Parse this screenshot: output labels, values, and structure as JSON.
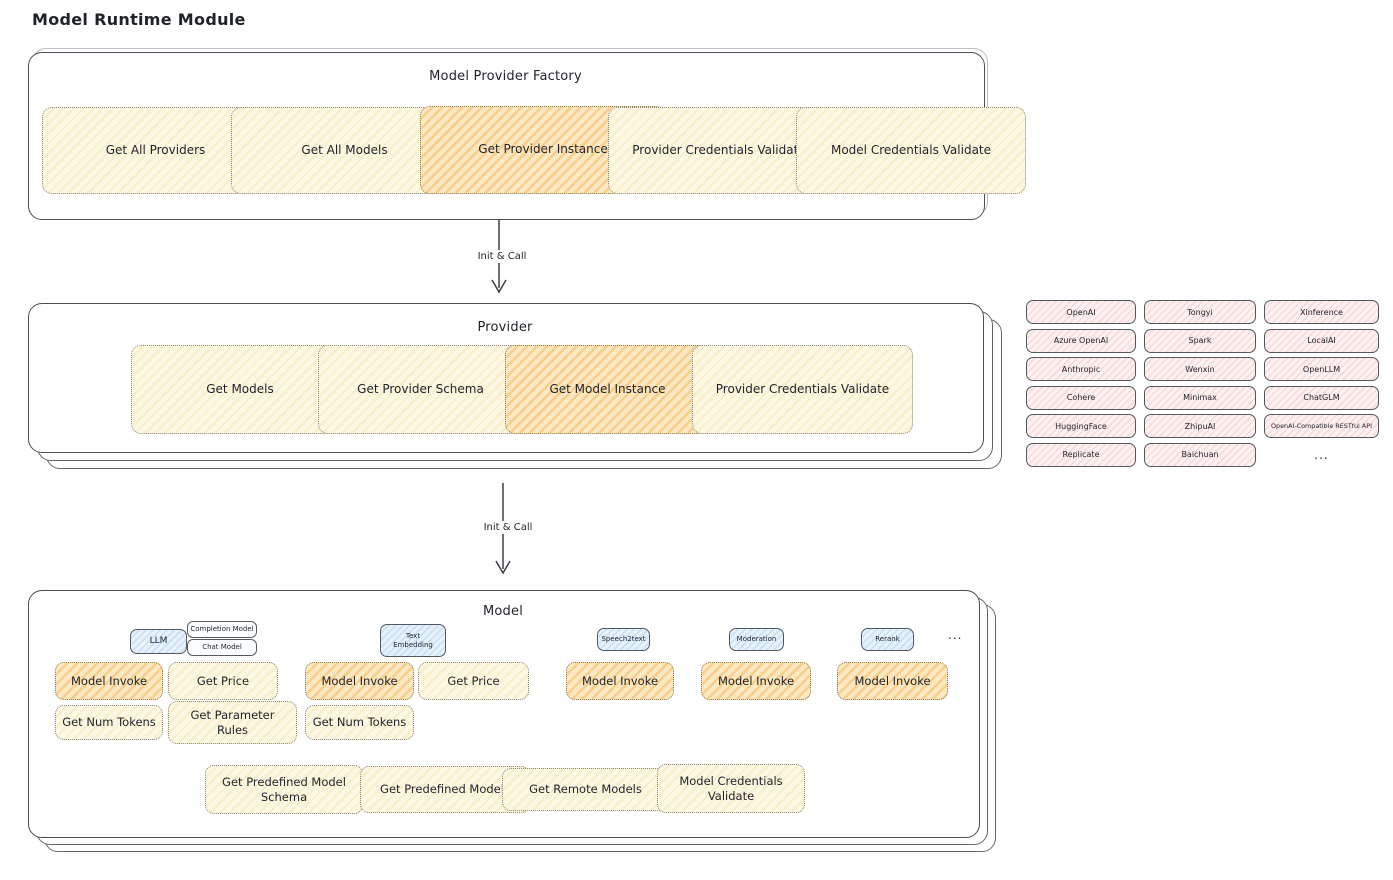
{
  "title": "Model Runtime Module",
  "arrows": {
    "label": "Init & Call"
  },
  "factory": {
    "heading": "Model Provider Factory",
    "buttons": [
      "Get All Providers",
      "Get All Models",
      "Get Provider Instance",
      "Provider Credentials Validate",
      "Model Credentials Validate"
    ],
    "highlighted": "Get Provider Instance"
  },
  "provider": {
    "heading": "Provider",
    "buttons": [
      "Get Models",
      "Get Provider Schema",
      "Get Model Instance",
      "Provider Credentials Validate"
    ],
    "highlighted": "Get Model Instance"
  },
  "provider_list": {
    "items": [
      "OpenAI",
      "Tongyi",
      "Xinference",
      "Azure OpenAI",
      "Spark",
      "LocalAI",
      "Anthropic",
      "Wenxin",
      "OpenLLM",
      "Cohere",
      "Minimax",
      "ChatGLM",
      "HuggingFace",
      "ZhipuAI",
      "OpenAI-Compatible RESTful API",
      "Replicate",
      "Baichuan"
    ],
    "ellipsis": "..."
  },
  "model": {
    "heading": "Model",
    "types": {
      "llm": "LLM",
      "completion": "Completion Model",
      "chat": "Chat Model",
      "text_embedding": "Text Embedding",
      "speech2text": "Speech2text",
      "moderation": "Moderation",
      "rerank": "Rerank"
    },
    "types_ellipsis": "...",
    "ops": {
      "model_invoke": "Model Invoke",
      "get_price": "Get Price",
      "get_num_tokens": "Get Num Tokens",
      "get_parameter_rules": "Get Parameter Rules",
      "get_predefined_model_schema": "Get Predefined Model Schema",
      "get_predefined_models": "Get Predefined Models",
      "get_remote_models": "Get Remote Models",
      "model_credentials_validate": "Model Credentials Validate"
    }
  },
  "colors": {
    "button_fill": "#fdf8e4",
    "highlight_fill": "#fbe8c2",
    "badge_blue": "#e7f1fb",
    "chip_pink": "#fdf1f1",
    "border_dark": "#4a4e55"
  }
}
